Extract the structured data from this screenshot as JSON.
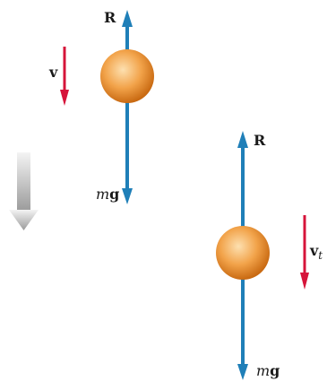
{
  "diagram": {
    "colors": {
      "force_arrow": "#1f7fb8",
      "velocity_arrow": "#d6143a",
      "ball_light": "#fde0b0",
      "ball_mid": "#f2a34a",
      "ball_dark": "#c96a12",
      "motion_arrow_light": "#f4f4f4",
      "motion_arrow_dark": "#9a9a9a"
    },
    "left_ball": {
      "upward_force_label": "R",
      "velocity_label": "v",
      "weight_label_m": "m",
      "weight_label_g": "g"
    },
    "right_ball": {
      "upward_force_label": "R",
      "velocity_label": "v",
      "velocity_subscript": "t",
      "weight_label_m": "m",
      "weight_label_g": "g"
    },
    "motion_arrow": {
      "icon": "down-arrow-icon"
    }
  }
}
